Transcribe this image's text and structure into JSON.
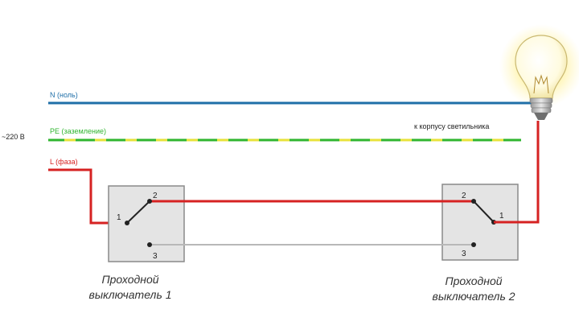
{
  "labels": {
    "neutral": "N (ноль)",
    "ground": "PE (заземление)",
    "phase": "L (фаза)",
    "voltage": "~220 В",
    "ground_note": "к корпусу светильника"
  },
  "switch1": {
    "caption_line1": "Проходной",
    "caption_line2": "выключатель 1",
    "terminal_1": "1",
    "terminal_2": "2",
    "terminal_3": "3"
  },
  "switch2": {
    "caption_line1": "Проходной",
    "caption_line2": "выключатель 2",
    "terminal_1": "1",
    "terminal_2": "2",
    "terminal_3": "3"
  },
  "colors": {
    "neutral_wire": "#1f6fa8",
    "ground_green": "#2fb52f",
    "ground_yellow": "#e8e23a",
    "phase_wire": "#d62222",
    "traveler_wire": "#b8b8b8",
    "switch_body": "#e4e4e4",
    "switch_border": "#8a8a8a",
    "lamp_glow": "#fff4a0"
  }
}
